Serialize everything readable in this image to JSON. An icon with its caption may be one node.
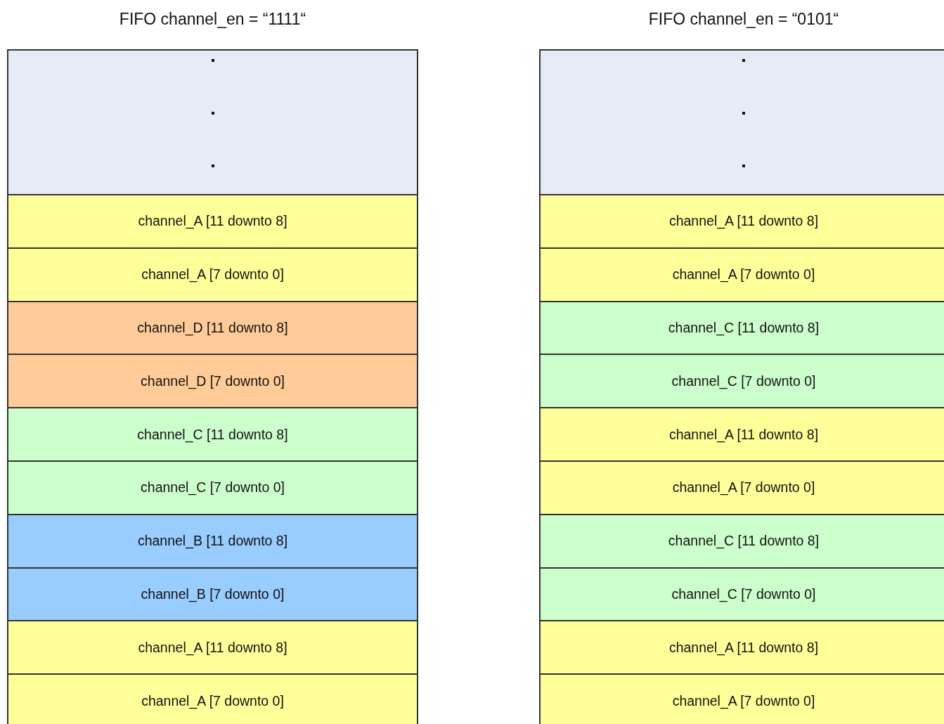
{
  "diagram": {
    "nodes": [
      {
        "text": [
          "FIFO channel_en = “1111“"
        ]
      },
      {
        "text": [],
        "shape": "box",
        "in": 0
      },
      {
        "text": [
          "channel_A [11 downto 8]"
        ],
        "in": 0
      },
      {
        "text": [
          "channel_A [7 downto 0]"
        ],
        "in": 0
      },
      {
        "text": [
          "channel_D [11 downto 8]"
        ],
        "in": 0
      },
      {
        "text": [
          "channel_D [7 downto 0]"
        ],
        "in": 0
      },
      {
        "text": [
          "channel_C [11 downto 8]"
        ],
        "in": 0
      },
      {
        "text": [
          "channel_C [7 downto 0]"
        ],
        "in": 0
      },
      {
        "text": [
          "channel_B [11 downto 8]"
        ],
        "in": 0
      },
      {
        "text": [
          "channel_B [7 downto 0]"
        ],
        "in": 0
      },
      {
        "text": [
          "channel_A [11 downto 8]"
        ],
        "in": 0
      },
      {
        "text": [
          "channel_A [7 downto 0]"
        ],
        "in": 0
      },
      {
        "text": [
          "FIFO channel_en = “0101“"
        ]
      },
      {
        "text": [],
        "shape": "box",
        "in": 12
      },
      {
        "text": [
          "channel_A [11 downto 8]"
        ],
        "in": 12
      },
      {
        "text": [
          "channel_A [7 downto 0]"
        ],
        "in": 12
      },
      {
        "text": [
          "channel_C [11 downto 8]"
        ],
        "in": 12
      },
      {
        "text": [
          "channel_C [7 downto 0]"
        ],
        "in": 12
      },
      {
        "text": [
          "channel_A [11 downto 8]"
        ],
        "in": 12
      },
      {
        "text": [
          "channel_A [7 downto 0]"
        ],
        "in": 12
      },
      {
        "text": [
          "channel_C [11 downto 8]"
        ],
        "in": 12
      },
      {
        "text": [
          "channel_C [7 downto 0]"
        ],
        "in": 12
      },
      {
        "text": [
          "channel_A [11 downto 8]"
        ],
        "in": 12
      },
      {
        "text": [
          "channel_A [7 downto 0]"
        ],
        "in": 12
      }
    ]
  }
}
